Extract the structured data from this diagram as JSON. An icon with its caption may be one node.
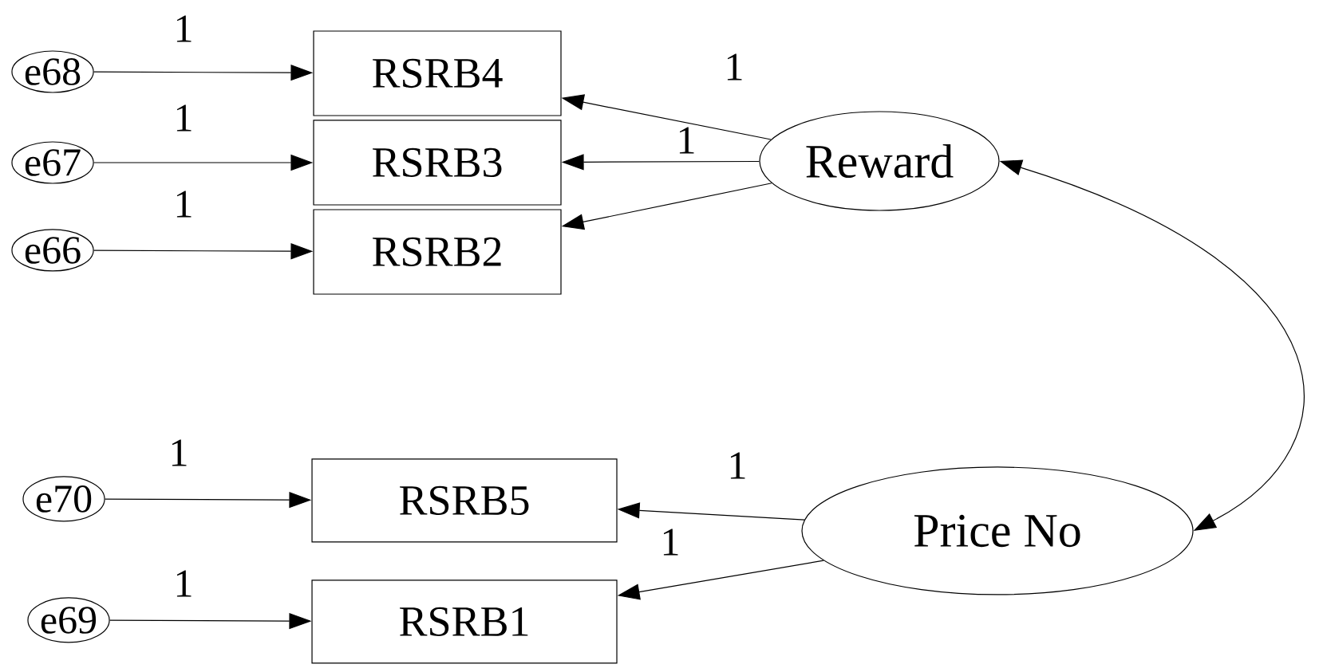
{
  "diagram": {
    "nodes": [
      {
        "text": [
          "e68"
        ]
      },
      {
        "text": [
          "RSRB4"
        ]
      },
      {
        "text": [
          "e67"
        ]
      },
      {
        "text": [
          "RSRB3"
        ]
      },
      {
        "text": [
          "e66"
        ]
      },
      {
        "text": [
          "RSRB2"
        ]
      },
      {
        "text": [
          "Reward"
        ]
      },
      {
        "text": [
          "e70"
        ]
      },
      {
        "text": [
          "RSRB5"
        ]
      },
      {
        "text": [
          "e69"
        ]
      },
      {
        "text": [
          "RSRB1"
        ]
      },
      {
        "text": [
          "Price No"
        ]
      }
    ],
    "edges": [
      {
        "from": 0,
        "to": 1,
        "arrow": "to",
        "label": "1"
      },
      {
        "from": 2,
        "to": 3,
        "arrow": "to",
        "label": "1"
      },
      {
        "from": 4,
        "to": 5,
        "arrow": "to",
        "label": "1"
      },
      {
        "from": 6,
        "to": 1,
        "arrow": "to",
        "label": "1"
      },
      {
        "from": 6,
        "to": 3,
        "arrow": "to",
        "label": "1"
      },
      {
        "from": 6,
        "to": 5,
        "arrow": "to"
      },
      {
        "from": 7,
        "to": 8,
        "arrow": "to",
        "label": "1"
      },
      {
        "from": 9,
        "to": 10,
        "arrow": "to",
        "label": "1"
      },
      {
        "from": 11,
        "to": 8,
        "arrow": "to",
        "label": "1"
      },
      {
        "from": 11,
        "to": 10,
        "arrow": "to",
        "label": "1"
      },
      {
        "from": 6,
        "to": 11,
        "arrow": "both"
      }
    ]
  }
}
